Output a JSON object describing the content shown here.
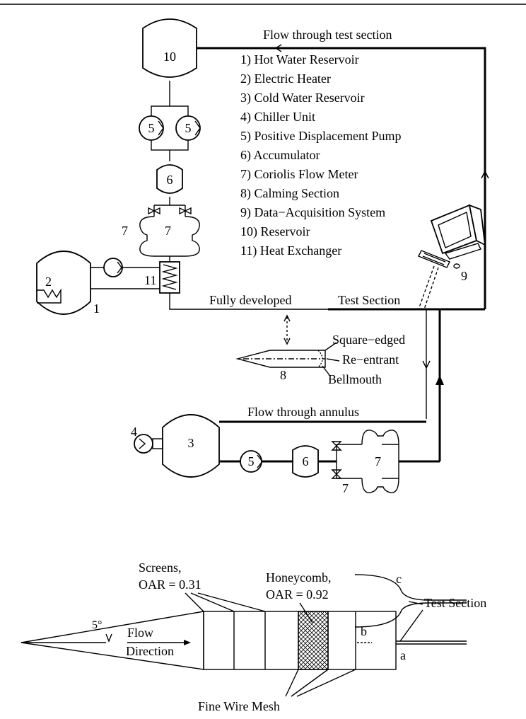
{
  "top_rule": true,
  "labels": {
    "flow_test_section": "Flow through test section",
    "fully_developed": "Fully developed",
    "test_section": "Test Section",
    "square_edged": "Square−edged",
    "re_entrant": "Re−entrant",
    "bellmouth": "Bellmouth",
    "flow_annulus": "Flow through annulus"
  },
  "legend": [
    "1) Hot Water Reservoir",
    "2) Electric Heater",
    "3) Cold Water Reservoir",
    "4) Chiller Unit",
    "5) Positive Displacement Pump",
    "6) Accumulator",
    "7) Coriolis Flow Meter",
    "8) Calming Section",
    "9) Data−Acquisition System",
    "10) Reservoir",
    "11) Heat Exchanger"
  ],
  "numbers": {
    "n10": "10",
    "n5a": "5",
    "n5b": "5",
    "n6a": "6",
    "n7a": "7",
    "n7b": "7",
    "n2": "2",
    "n11": "11",
    "n1": "1",
    "n9": "9",
    "n8": "8",
    "n4": "4",
    "n3": "3",
    "n5c": "5",
    "n6b": "6",
    "n7c": "7",
    "n7d": "7"
  },
  "bottom": {
    "screens_line1": "Screens,",
    "screens_line2": "OAR = 0.31",
    "honeycomb_line1": "Honeycomb,",
    "honeycomb_line2": "OAR = 0.92",
    "angle": "5°",
    "flow": "Flow",
    "direction": "Direction",
    "c": "c",
    "b": "b",
    "a": "a",
    "test_section": "Test Section",
    "fine_wire_mesh": "Fine Wire Mesh"
  }
}
